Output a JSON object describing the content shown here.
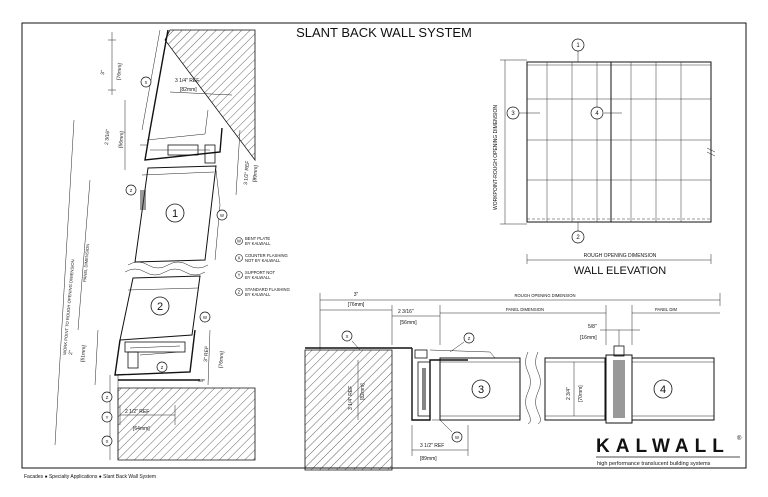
{
  "title": "SLANT BACK WALL SYSTEM",
  "footer": "Facades  ●  Specialty Applications  ●  Slant Back Wall System",
  "brand": {
    "name": "KALWALL",
    "reg": "®",
    "tagline": "high performance translucent building systems"
  },
  "elevation": {
    "title": "WALL ELEVATION",
    "bottom_dim": "ROUGH OPENING DIMENSION",
    "side_dim": "WORKPOINT-ROUGH OPENING DIMENSION",
    "callouts": [
      "1",
      "2",
      "3",
      "4"
    ]
  },
  "legend": [
    {
      "tag": "W",
      "line1": "BENT PLATE",
      "line2": "BY KALWALL"
    },
    {
      "tag": "X",
      "line1": "COUNTER FLASHING",
      "line2": "NOT BY KALWALL"
    },
    {
      "tag": "Y",
      "line1": "SUPPORT NOT",
      "line2": "BY KALWALL"
    },
    {
      "tag": "Z",
      "line1": "STANDARD FLASHING",
      "line2": "BY KALWALL"
    }
  ],
  "section": {
    "panel1": "1",
    "panel2": "2",
    "dim_top_in": "3\"",
    "dim_top_mm": "[76mm]",
    "ref_314": "3 1/4\" REF",
    "ref_314_mm": "[82mm]",
    "dim_2316": "2 3/16\"",
    "dim_2316_mm": "[56mm]",
    "ref_312": "3 1/2\" REF",
    "ref_312_mm": "[89mm]",
    "wp_to_ro": "WORK POINT TO ROUGH OPENING DIMENSION",
    "panel_dim": "PANEL DIMENSION",
    "dim_2": "2\"",
    "dim_2_mm": "[51mm]",
    "ref_3": "3\" REF",
    "ref_3_mm": "[76mm]",
    "ref_212": "2 1/2\" REF",
    "ref_212_mm": "[64mm]",
    "wp": "WP",
    "tags": [
      "X",
      "W",
      "Z",
      "W",
      "Z",
      "Z",
      "Y",
      "X"
    ]
  },
  "plan": {
    "panel3": "3",
    "panel4": "4",
    "ro_dim": "ROUGH OPENING DIMENSION",
    "panel_dim": "PANEL DIMENSION",
    "panel_dim_short": "PANEL DIM",
    "dim_3": "3\"",
    "dim_3_mm": "[76mm]",
    "dim_2316": "2 3/16\"",
    "dim_2316_mm": "[56mm]",
    "dim_58": "5/8\"",
    "dim_58_mm": "[16mm]",
    "ref_114": "3 1/4\" REF",
    "ref_114_mm": "[82mm]",
    "dim_234": "2 3/4\"",
    "dim_234_mm": "[70mm]",
    "ref_312": "3 1/2\" REF",
    "ref_312_mm": "[89mm]",
    "tags": [
      "X",
      "Z",
      "W"
    ]
  }
}
